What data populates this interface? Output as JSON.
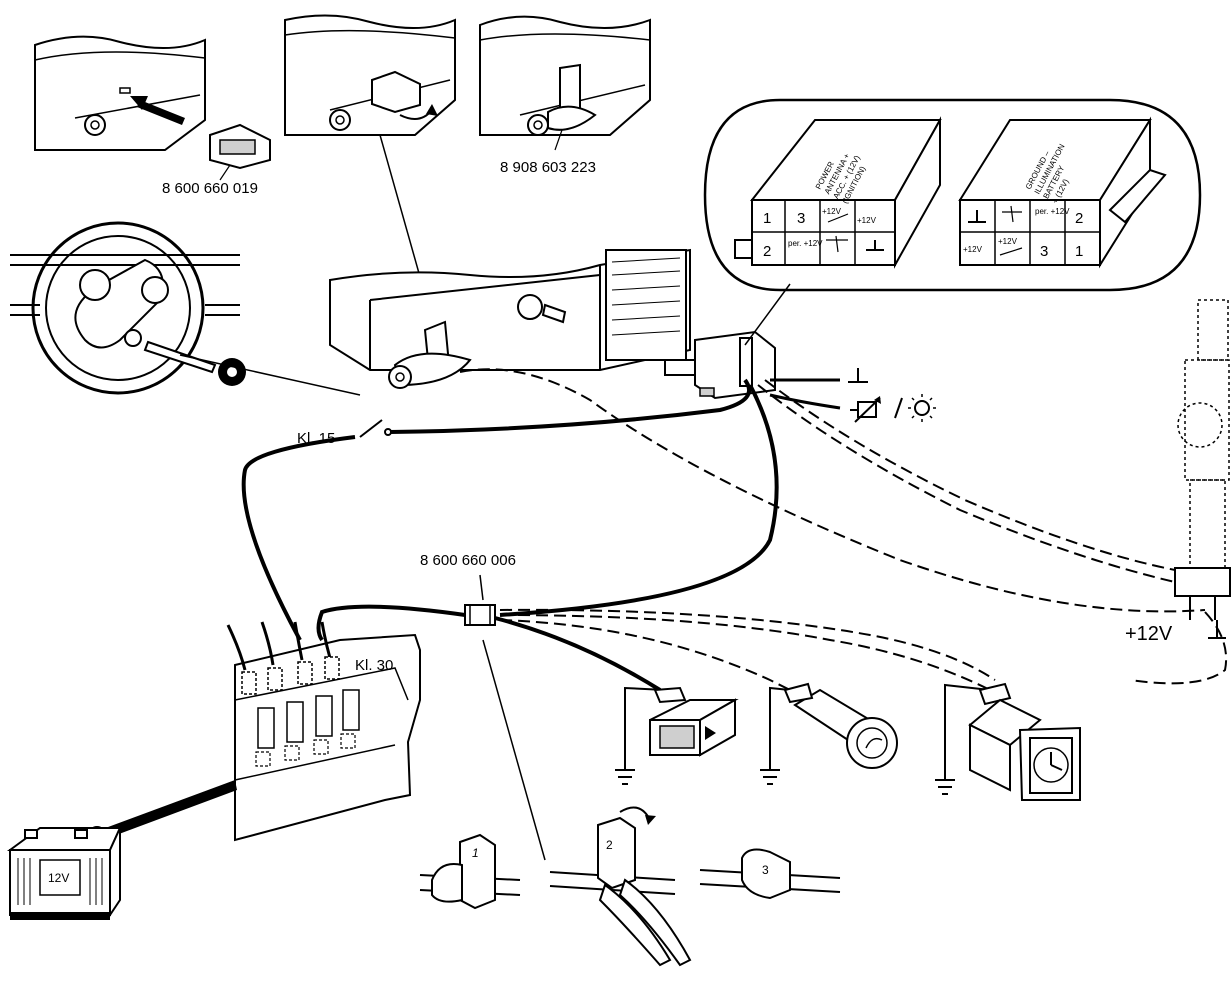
{
  "labels": {
    "part_clip_1": "8 600 660 019",
    "part_clip_2": "8 908 603 223",
    "part_connector": "8 600 660 006",
    "kl15": "Kl. 15",
    "kl30": "Kl. 30",
    "supply": "+12V",
    "battery": "12V"
  },
  "connector_a": {
    "header": [
      "POWER",
      "ANTENNA +",
      "ACC. + (12V)",
      "(IGNITION)"
    ],
    "top_row": [
      "1",
      "3",
      "+12V",
      "+12V"
    ],
    "bottom_row": [
      "2",
      "per. +12V",
      "",
      ""
    ]
  },
  "connector_b": {
    "header": [
      "GROUND –",
      "ILLUMINATION",
      "BATTERY",
      "+ (12V)"
    ],
    "top_row": [
      "",
      "",
      "per. +12V",
      "2"
    ],
    "bottom_row": [
      "+12V",
      "+12V",
      "3",
      "1"
    ]
  },
  "steps": [
    "1",
    "2",
    "3"
  ],
  "icons": [
    "ground-symbol",
    "dimmer-symbol",
    "light-symbol",
    "ignition-switch",
    "battery",
    "fuse-box",
    "radio-unit",
    "clock",
    "lighter",
    "rocker-switch",
    "antenna"
  ]
}
